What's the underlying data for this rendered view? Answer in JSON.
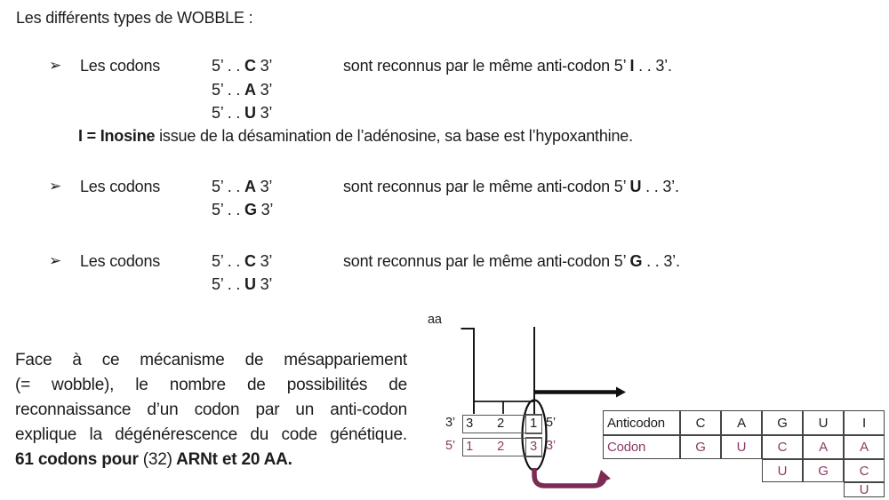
{
  "title": "Les différents types de WOBBLE :",
  "bullets": [
    {
      "marker": "➢",
      "label": "Les codons",
      "codons": [
        {
          "pre": "5’ . . ",
          "base": "C",
          "post": " 3’"
        },
        {
          "pre": "5’ . . ",
          "base": "A",
          "post": " 3’"
        },
        {
          "pre": "5’ . . ",
          "base": "U",
          "post": " 3’"
        }
      ],
      "recognition": {
        "pre": "sont reconnus par le même anti-codon 5’ ",
        "base": "I",
        "post": " . . 3’."
      }
    },
    {
      "marker": "➢",
      "label": "Les codons",
      "codons": [
        {
          "pre": "5’ . . ",
          "base": "A",
          "post": " 3’"
        },
        {
          "pre": "5’ . . ",
          "base": "G",
          "post": " 3’"
        }
      ],
      "recognition": {
        "pre": "sont reconnus par le même anti-codon 5’ ",
        "base": "U",
        "post": " . . 3’."
      }
    },
    {
      "marker": "➢",
      "label": "Les codons",
      "codons": [
        {
          "pre": "5’ . . ",
          "base": "C",
          "post": " 3’"
        },
        {
          "pre": "5’ . . ",
          "base": "U",
          "post": " 3’"
        }
      ],
      "recognition": {
        "pre": "sont reconnus par le même anti-codon 5’ ",
        "base": "G",
        "post": " . . 3’."
      }
    }
  ],
  "inosine_note": {
    "bold": "I = Inosine",
    "rest": " issue de la désamination de l’adénosine, sa base est l’hypoxanthine."
  },
  "paragraph": {
    "lines": [
      "Face à ce mécanisme de mésappariement",
      "(= wobble), le nombre de possibilités de",
      "reconnaissance d’un codon par un anti-codon",
      "explique la dégénérescence du code génétique."
    ],
    "final": {
      "bold1": "61 codons pour ",
      "normal": "(32)",
      "bold2": " ARNt et 20 AA."
    }
  },
  "diagram": {
    "aa_label": "aa",
    "anticodon_row": {
      "left_end": "3’",
      "positions": [
        "3",
        "2",
        "1"
      ],
      "right_end": "5’"
    },
    "codon_row": {
      "left_end": "5’",
      "positions": [
        "1",
        "2",
        "3"
      ],
      "right_end": "3’"
    }
  },
  "table": {
    "header": [
      "Anticodon",
      "C",
      "A",
      "G",
      "U",
      "I"
    ],
    "codon_label": "Codon",
    "codon_values": [
      "G",
      "U",
      "C",
      "A",
      "A"
    ],
    "extra_row_1": [
      "U",
      "G",
      "C"
    ],
    "extra_row_2": [
      "U"
    ]
  },
  "colors": {
    "maroon_text": "#8d3a67",
    "maroon_arrow": "#7c2b54",
    "ink": "#1c1c1c"
  }
}
